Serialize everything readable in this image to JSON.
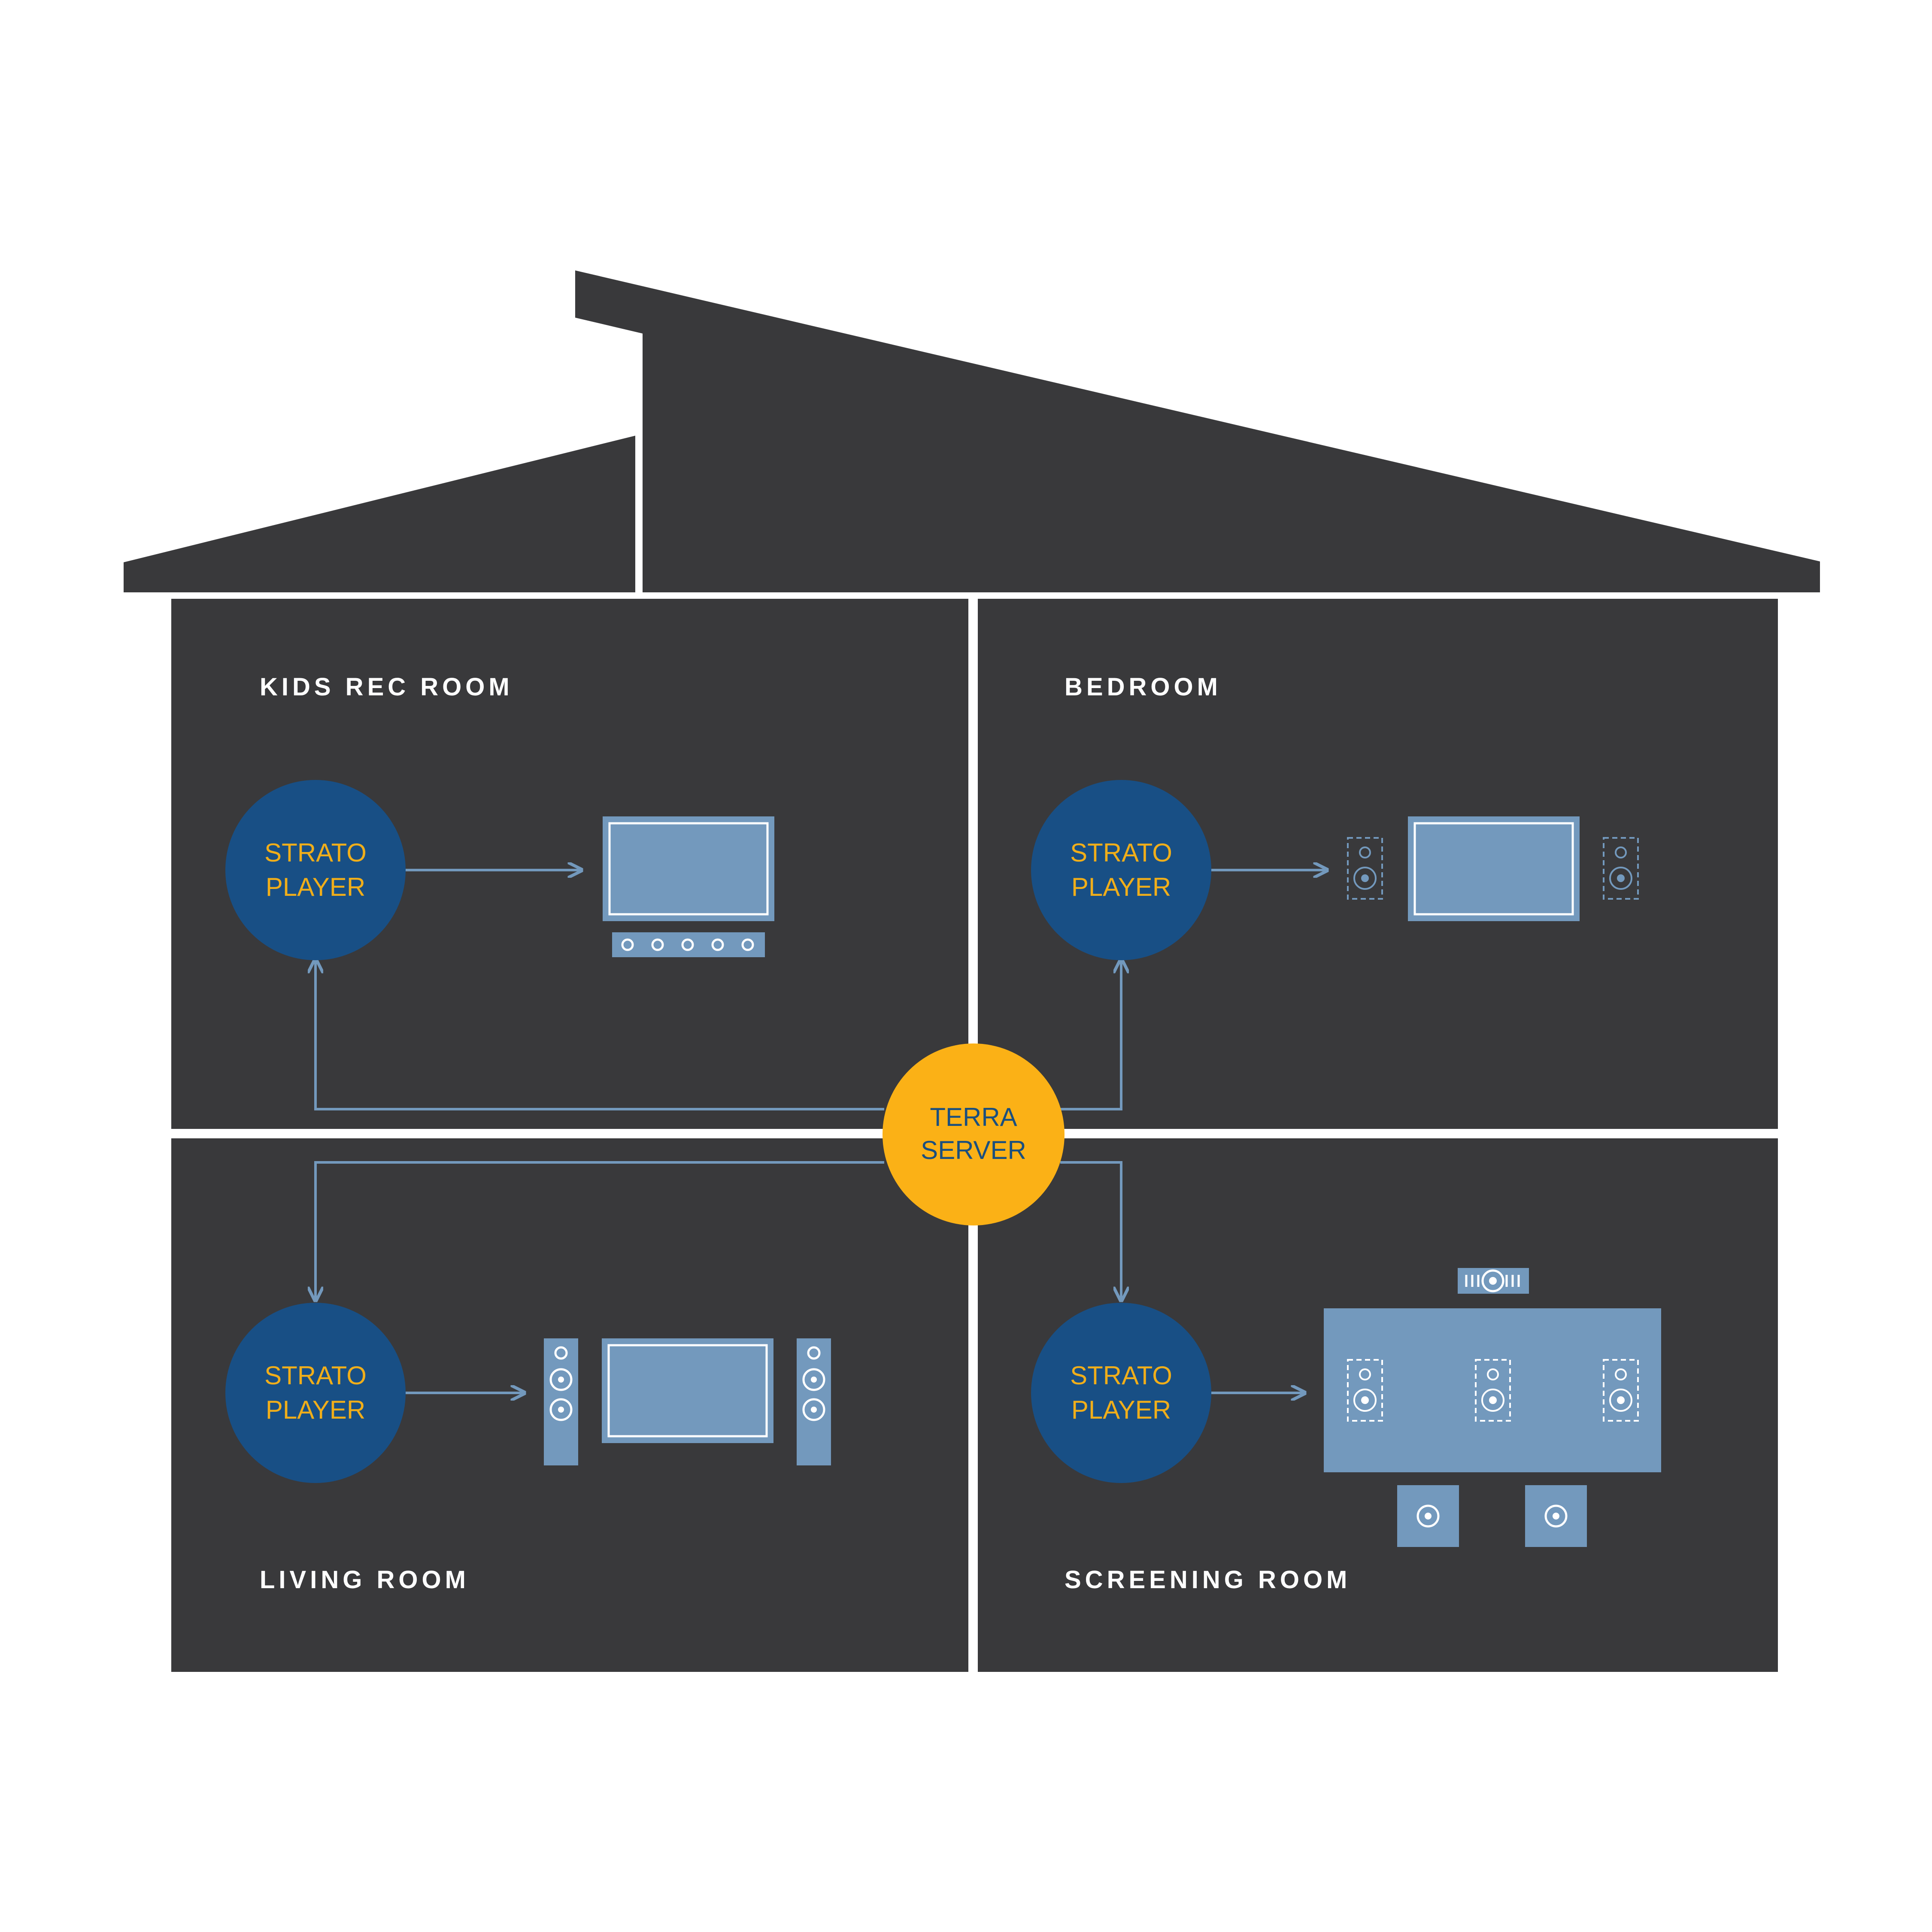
{
  "colors": {
    "house": "#39393b",
    "divider": "#ffffff",
    "player_circle": "#184f85",
    "player_text": "#f0ae1a",
    "server_circle": "#fbb116",
    "server_text": "#1b4f7e",
    "device": "#7399bd",
    "connector": "#7399bd"
  },
  "rooms": {
    "kids_rec_room": "KIDS REC ROOM",
    "bedroom": "BEDROOM",
    "living_room": "LIVING ROOM",
    "screening_room": "SCREENING ROOM"
  },
  "server": {
    "line1": "TERRA",
    "line2": "SERVER"
  },
  "player": {
    "line1": "STRATO",
    "line2": "PLAYER"
  },
  "devices": {
    "kids_rec_room": [
      "tv-icon",
      "soundbar-icon"
    ],
    "bedroom": [
      "in-wall-speaker-icon",
      "tv-icon",
      "in-wall-speaker-icon"
    ],
    "living_room": [
      "tower-speaker-icon",
      "tv-icon",
      "tower-speaker-icon"
    ],
    "screening_room": [
      "projector-icon",
      "projection-screen-icon",
      "in-wall-speaker-icon",
      "in-wall-speaker-icon",
      "in-wall-speaker-icon",
      "subwoofer-icon",
      "subwoofer-icon"
    ]
  }
}
